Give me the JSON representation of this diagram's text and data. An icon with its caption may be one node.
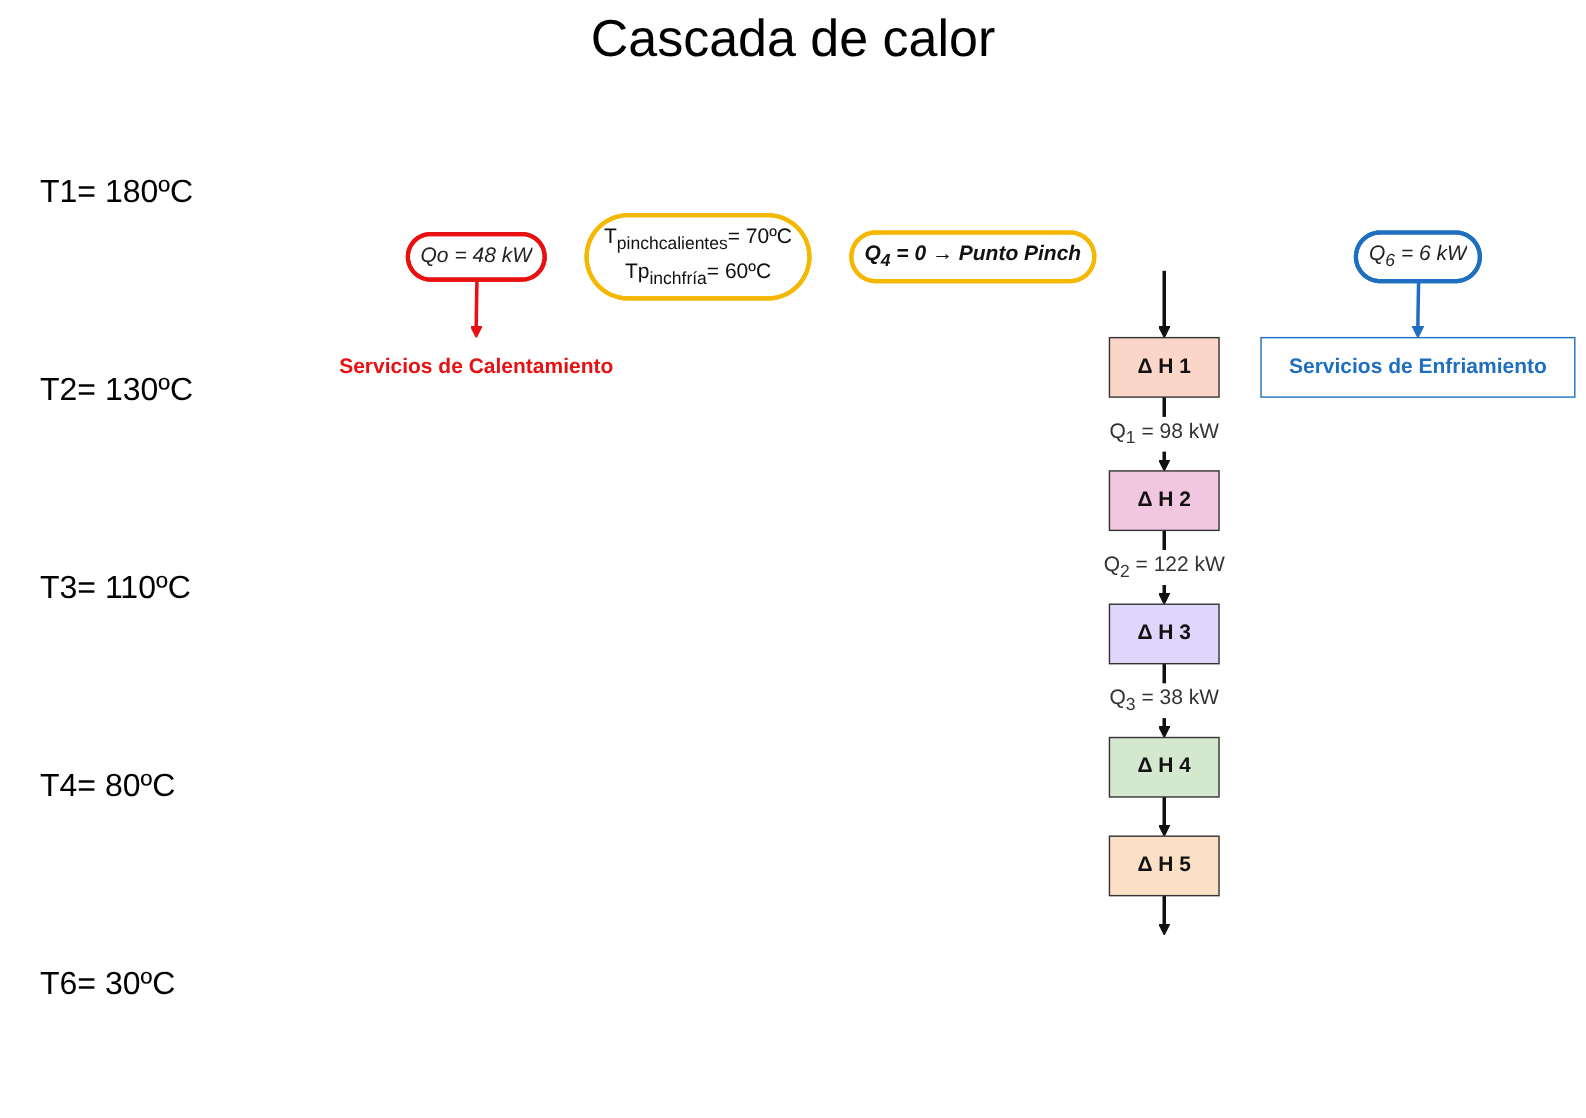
{
  "diagram": {
    "title": "Cascada de calor",
    "nodes": [
      {
        "text": [
          "Qo = 48 kW"
        ]
      },
      {
        "text": [
          "Servicios de Calentamiento"
        ]
      },
      {
        "text": [
          "Δ H 1"
        ]
      },
      {
        "text": [
          "Δ H 2"
        ]
      },
      {
        "text": [
          "Δ H 3"
        ]
      },
      {
        "text": [
          "Δ H 4"
        ]
      },
      {
        "text": [
          "T$_{pinchcalientes}$= 70ºC",
          "Tp$_{inchfría}$= 60ºC"
        ]
      },
      {
        "text": [
          "Q$_{4}$ = 0 → Punto Pinch"
        ]
      },
      {
        "text": [
          "Δ H 5"
        ]
      },
      {
        "text": [
          "Q$_{6}$ = 6 kW"
        ]
      },
      {
        "text": [
          "Servicios de Enfriamiento"
        ]
      }
    ],
    "edges": [
      {
        "from": null,
        "to": 2,
        "arrow": "to"
      },
      {
        "from": 2,
        "to": 3,
        "arrow": "to",
        "label": "Q$_{1}$ = 98 kW"
      },
      {
        "from": 3,
        "to": 4,
        "arrow": "to",
        "label": "Q$_{2}$ = 122 kW"
      },
      {
        "from": 4,
        "to": 5,
        "arrow": "to",
        "label": "Q$_{3}$ = 38 kW"
      },
      {
        "from": 5,
        "to": 8,
        "arrow": "to"
      },
      {
        "from": 8,
        "to": null,
        "arrow": "to"
      },
      {
        "from": 0,
        "to": 1,
        "arrow": "to",
        "color": "#e81010"
      },
      {
        "from": 9,
        "to": 10,
        "arrow": "to",
        "color": "#1e6fc0"
      }
    ],
    "labels": [
      "T1= 180ºC",
      "T2= 130ºC",
      "T3= 110ºC",
      "T4= 80ºC",
      "T6= 30ºC"
    ]
  }
}
